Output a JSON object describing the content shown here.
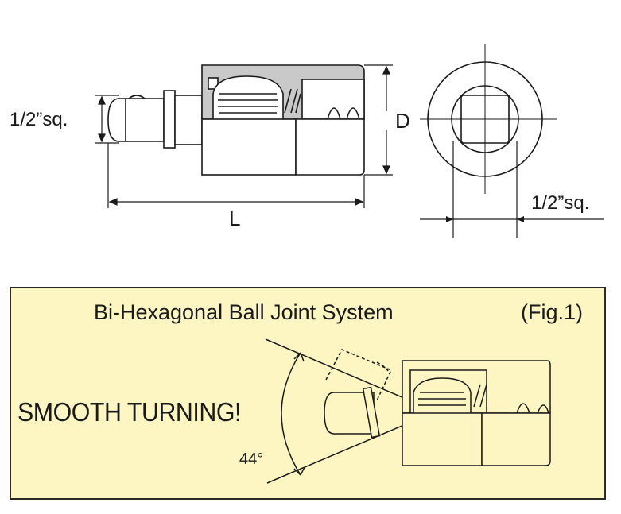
{
  "top_diagram": {
    "square_drive_left_label": "1/2”sq.",
    "diameter_label": "D",
    "length_label": "L",
    "square_drive_right_label": "1/2”sq."
  },
  "fig1_panel": {
    "title": "Bi-Hexagonal Ball Joint System",
    "figure_label": "(Fig.1)",
    "slogan": "SMOOTH TURNING!",
    "angle_label": "44°",
    "background_color": "#fdf6c3"
  },
  "colors": {
    "line": "#1a1a1a",
    "housing_gray": "#c9c9c9",
    "body_fill": "#ffffff"
  }
}
